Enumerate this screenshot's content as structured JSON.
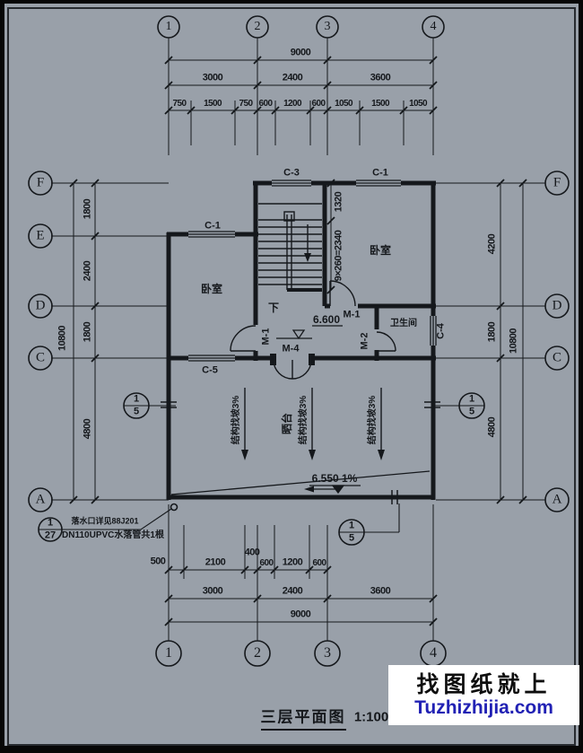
{
  "colors": {
    "background": "#99a0a9",
    "line": "#15181c",
    "watermark_blue": "#2121b4",
    "paper_white": "#ffffff"
  },
  "grid_bubbles": {
    "top": [
      "1",
      "2",
      "3",
      "4"
    ],
    "bottom": [
      "1",
      "2",
      "3",
      "4"
    ],
    "left": [
      "F",
      "E",
      "D",
      "C",
      "A"
    ],
    "right": [
      "F",
      "D",
      "C",
      "A"
    ]
  },
  "dimensions": {
    "top": {
      "tier1_total": "9000",
      "tier2": [
        "3000",
        "2400",
        "3600"
      ],
      "tier3": [
        "750",
        "1500",
        "750",
        "600",
        "1200",
        "600",
        "1050",
        "1500",
        "1050"
      ]
    },
    "bottom": {
      "tier1": [
        "500",
        "2100",
        "400",
        "600",
        "1200",
        "600"
      ],
      "tier2": [
        "3000",
        "2400",
        "3600"
      ],
      "tier3_total": "9000"
    },
    "left": {
      "segments": [
        "1800",
        "2400",
        "1800",
        "4800"
      ],
      "total": "10800"
    },
    "right": {
      "segments": [
        "4200",
        "1800",
        "4800"
      ],
      "total": "10800"
    },
    "stair": {
      "landing": "1320",
      "run": "9×260=2340"
    }
  },
  "rooms": {
    "bedroom_left": "卧室",
    "bedroom_right": "卧室",
    "bathroom": "卫生间",
    "terrace": "晒台"
  },
  "windows": {
    "left_bedroom_top": "C-1",
    "stair_top": "C-3",
    "right_bedroom_top": "C-1",
    "left_bedroom_bottom": "C-5",
    "bathroom_right": "C-4"
  },
  "doors": {
    "left_bedroom": "M-1",
    "right_bedroom": "M-1",
    "bathroom": "M-2",
    "terrace": "M-4"
  },
  "levels": {
    "floor": "6.600",
    "terrace": "6.550 1%"
  },
  "stair": {
    "down_label": "下"
  },
  "terrace_notes": {
    "slope_1": "结构找坡3%",
    "slope_2": "结构找坡3%",
    "slope_3": "结构找坡3%"
  },
  "detail_bubbles": {
    "left": {
      "top": "1",
      "bottom": "5"
    },
    "right": {
      "top": "1",
      "bottom": "5"
    },
    "bottom": {
      "top": "1",
      "bottom": "5"
    },
    "outlet": {
      "top": "1",
      "bottom": "27"
    }
  },
  "outlet_note": {
    "line1": "落水口详见88J201",
    "line2": "DN110UPVC水落管共1根"
  },
  "title": {
    "name": "三层平面图",
    "scale": "1:100"
  },
  "watermark": {
    "line1": "找图纸就上",
    "line2": "Tuzhizhijia.com"
  }
}
